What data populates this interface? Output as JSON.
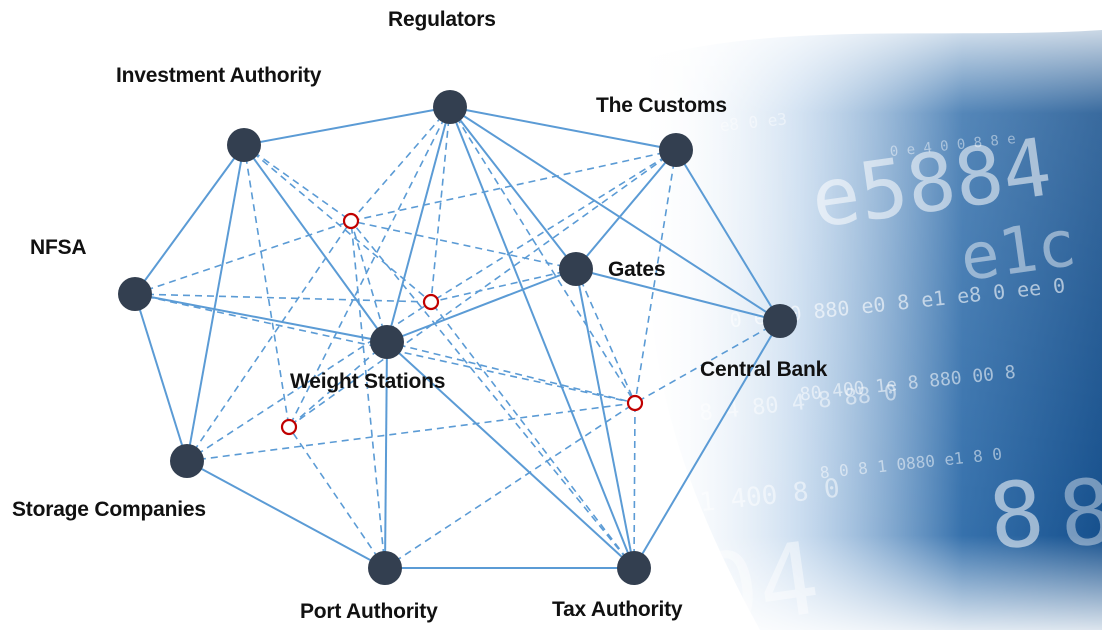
{
  "colors": {
    "edge": "#5b9bd5",
    "node": "#333f50",
    "hub_stroke": "#c00000",
    "hub_fill": "#ffffff",
    "digits_bg": "#1f5f9e",
    "label": "#111111"
  },
  "nodes": [
    {
      "id": "regulators",
      "label": "Regulators"
    },
    {
      "id": "investment",
      "label": "Investment Authority"
    },
    {
      "id": "customs",
      "label": "The Customs"
    },
    {
      "id": "nfsa",
      "label": "NFSA"
    },
    {
      "id": "gates",
      "label": "Gates"
    },
    {
      "id": "central",
      "label": "Central Bank"
    },
    {
      "id": "weight",
      "label": "Weight Stations"
    },
    {
      "id": "storage",
      "label": "Storage Companies"
    },
    {
      "id": "port",
      "label": "Port Authority"
    },
    {
      "id": "tax",
      "label": "Tax Authority"
    }
  ],
  "hubs": [
    "h1",
    "h2",
    "h3",
    "h4"
  ],
  "solid_edges": [
    [
      "regulators",
      "investment"
    ],
    [
      "regulators",
      "customs"
    ],
    [
      "regulators",
      "gates"
    ],
    [
      "regulators",
      "weight"
    ],
    [
      "regulators",
      "tax"
    ],
    [
      "regulators",
      "central"
    ],
    [
      "investment",
      "nfsa"
    ],
    [
      "investment",
      "storage"
    ],
    [
      "investment",
      "weight"
    ],
    [
      "customs",
      "gates"
    ],
    [
      "customs",
      "central"
    ],
    [
      "nfsa",
      "storage"
    ],
    [
      "nfsa",
      "weight"
    ],
    [
      "gates",
      "central"
    ],
    [
      "gates",
      "weight"
    ],
    [
      "gates",
      "tax"
    ],
    [
      "storage",
      "port"
    ],
    [
      "weight",
      "port"
    ],
    [
      "weight",
      "tax"
    ],
    [
      "port",
      "tax"
    ],
    [
      "central",
      "tax"
    ]
  ],
  "dashed_edges": [
    [
      "regulators",
      "h1"
    ],
    [
      "regulators",
      "h2"
    ],
    [
      "regulators",
      "h3"
    ],
    [
      "regulators",
      "h4"
    ],
    [
      "investment",
      "h2"
    ],
    [
      "investment",
      "h4"
    ],
    [
      "investment",
      "h1"
    ],
    [
      "customs",
      "h1"
    ],
    [
      "customs",
      "h2"
    ],
    [
      "customs",
      "h4"
    ],
    [
      "customs",
      "h3"
    ],
    [
      "nfsa",
      "h1"
    ],
    [
      "nfsa",
      "h2"
    ],
    [
      "nfsa",
      "h3"
    ],
    [
      "gates",
      "h1"
    ],
    [
      "gates",
      "h2"
    ],
    [
      "gates",
      "h3"
    ],
    [
      "central",
      "h3"
    ],
    [
      "weight",
      "h1"
    ],
    [
      "weight",
      "h4"
    ],
    [
      "weight",
      "h3"
    ],
    [
      "storage",
      "h1"
    ],
    [
      "storage",
      "h3"
    ],
    [
      "storage",
      "h2"
    ],
    [
      "port",
      "h1"
    ],
    [
      "port",
      "h3"
    ],
    [
      "port",
      "h4"
    ],
    [
      "tax",
      "h1"
    ],
    [
      "tax",
      "h2"
    ],
    [
      "tax",
      "h3"
    ]
  ]
}
